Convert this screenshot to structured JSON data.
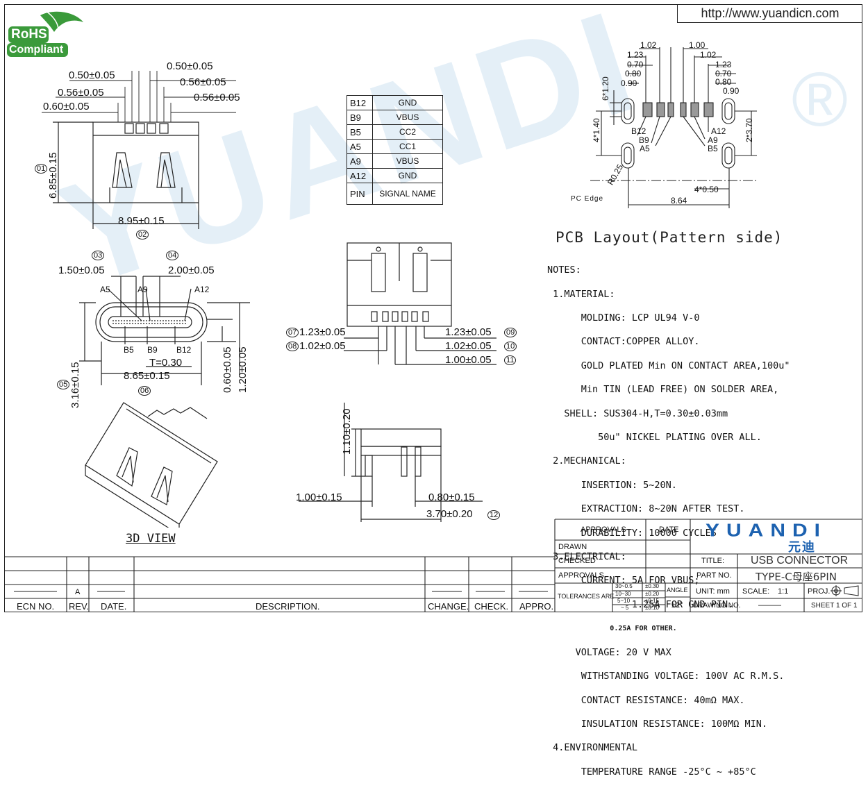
{
  "header": {
    "url": "http://www.yuandicn.com",
    "rohs_line1": "RoHS",
    "rohs_line2": "Compliant"
  },
  "watermark": {
    "brand": "YUANDI",
    "brand_cn": "元迪",
    "registered": "®"
  },
  "top_view": {
    "dims": [
      "0.50±0.05",
      "0.50±0.05",
      "0.56±0.05",
      "0.56±0.05",
      "0.60±0.05",
      "0.56±0.05"
    ],
    "height": "6.85±0.15",
    "width": "8.95±0.15",
    "callout_1": "01",
    "callout_2": "02"
  },
  "pin_table": {
    "rows": [
      {
        "pin": "B12",
        "signal": "GND"
      },
      {
        "pin": "B9",
        "signal": "VBUS"
      },
      {
        "pin": "B5",
        "signal": "CC2"
      },
      {
        "pin": "A5",
        "signal": "CC1"
      },
      {
        "pin": "A9",
        "signal": "VBUS"
      },
      {
        "pin": "A12",
        "signal": "GND"
      },
      {
        "pin": "PIN",
        "signal": "SIGNAL NAME"
      }
    ]
  },
  "front_view": {
    "callout_3": "03",
    "callout_4": "04",
    "dim_left": "1.50±0.05",
    "dim_right": "2.00±0.05",
    "labels_top": [
      "A5",
      "A9",
      "A12"
    ],
    "labels_bottom": [
      "B5",
      "B9",
      "B12"
    ],
    "thickness": "T=0.30",
    "width": "8.65±0.15",
    "height": "3.16±0.15",
    "h1": "0.60±0.05",
    "h2": "1.20±0.05",
    "callout_5": "05",
    "callout_6": "06"
  },
  "bottom_view": {
    "d7": "1.23±0.05",
    "d8": "1.02±0.05",
    "d9": "1.23±0.05",
    "d10": "1.02±0.05",
    "d11": "1.00±0.05",
    "c7": "07",
    "c8": "08",
    "c9": "09",
    "c10": "10",
    "c11": "11"
  },
  "side_view": {
    "height": "1.10±0.20",
    "left": "1.00±0.15",
    "right": "0.80±0.15",
    "total": "3.70±0.20",
    "c12": "12"
  },
  "view3d_label": "3D VIEW",
  "pcb": {
    "top_dims": [
      "1.02",
      "1.00",
      "1.23",
      "1.02",
      "0.70",
      "1.23",
      "0.80",
      "0.70",
      "0.90",
      "0.80",
      "0.90"
    ],
    "v_left": "6*1.20",
    "v_left2": "4*1.40",
    "v_right": "2*3.70",
    "pins_left": [
      "B12",
      "B9",
      "A5"
    ],
    "pins_right": [
      "A12",
      "A9",
      "B5"
    ],
    "radius": "R0.25",
    "pc_edge": "PC Edge",
    "bottom1": "4*0.50",
    "bottom2": "8.64",
    "title": "PCB Layout(Pattern side)"
  },
  "notes": {
    "heading": "NOTES:",
    "lines": [
      " 1.MATERIAL:",
      "      MOLDING: LCP UL94 V-0",
      "      CONTACT:COPPER ALLOY.",
      "      GOLD PLATED Min ON CONTACT AREA,100u\"",
      "      Min TIN (LEAD FREE) ON SOLDER AREA,",
      "   SHELL: SUS304-H,T=0.30±0.03mm",
      "         50u\" NICKEL PLATING OVER ALL.",
      " 2.MECHANICAL:",
      "      INSERTION: 5~20N.",
      "      EXTRACTION: 8~20N AFTER TEST.",
      "      DURABILITY: 10000 CYCLES",
      " 3.ELECTRICAL:",
      "      CURRENT: 5A FOR VBUS;",
      "               1.25A FOR GND PIN.",
      "               0.25A FOR OTHER.",
      "     VOLTAGE: 20 V MAX",
      "      WITHSTANDING VOLTAGE: 100V AC R.M.S.",
      "      CONTACT RESISTANCE: 40mΩ MAX.",
      "      INSULATION RESISTANCE: 100MΩ MIN.",
      " 4.ENVIRONMENTAL",
      "      TEMPERATURE RANGE -25°C ~ +85°C"
    ]
  },
  "title_block": {
    "approvals": "APPROVALS",
    "date": "DATE",
    "drawn": "DRAWN",
    "checked": "CHECKED",
    "approvals2": "APPROVALS",
    "tolerances": "TOLERANCES ARE",
    "tol_ranges": [
      "30~0.5",
      "10~30",
      "5~10",
      "~ 5"
    ],
    "tol_values": [
      "±0.30",
      "±0.20",
      "±0.15",
      "±0.10"
    ],
    "angle": "ANGLE",
    "angle_val": "±2°",
    "logo": "YUANDI",
    "logo_cn": "元迪",
    "title_label": "TITLE:",
    "title": "USB CONNECTOR",
    "part_label": "PART NO.",
    "part": "TYPE-C母座6PIN",
    "unit": "UNIT: mm",
    "scale_label": "SCALE:",
    "scale": "1:1",
    "proj": "PROJ.",
    "drawing_no": "DRAWING NO.",
    "drawing_val": "———",
    "sheet": "SHEET  1 OF 1"
  },
  "revision_block": {
    "rev_value": "A",
    "cols": [
      "ECN NO.",
      "REV.",
      "DATE.",
      "DESCRIPTION.",
      "CHANGE.",
      "CHECK.",
      "APPRO."
    ]
  }
}
